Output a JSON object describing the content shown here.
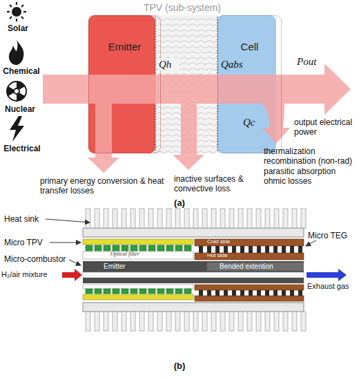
{
  "diagram": {
    "nodes": [
      {
        "text": [
          "TPV (sub-system)"
        ]
      },
      {
        "text": [
          "Emitter"
        ],
        "in": 0
      },
      {
        "text": [
          "Cell"
        ],
        "in": 0
      }
    ],
    "labels": [
      "Solar",
      "Chemical",
      "Nuclear",
      "Electrical",
      "Qh",
      "Qabs",
      "Pout",
      "output electrical power",
      "Qc",
      "primary energy conversion & heat transfer losses",
      "inactive surfaces & convective loss",
      "thermalization recombination (non-rad) parasitic absorption ohmic losses",
      "(a)",
      "Heat sink",
      "Micro TPV",
      "Micro-combustor",
      "Optical filter",
      "Micro TEG",
      "Cold side",
      "Hot side",
      "Emitter",
      "Bended extention",
      "H₂/air mixture",
      "Exhaust gas",
      "(b)"
    ]
  }
}
